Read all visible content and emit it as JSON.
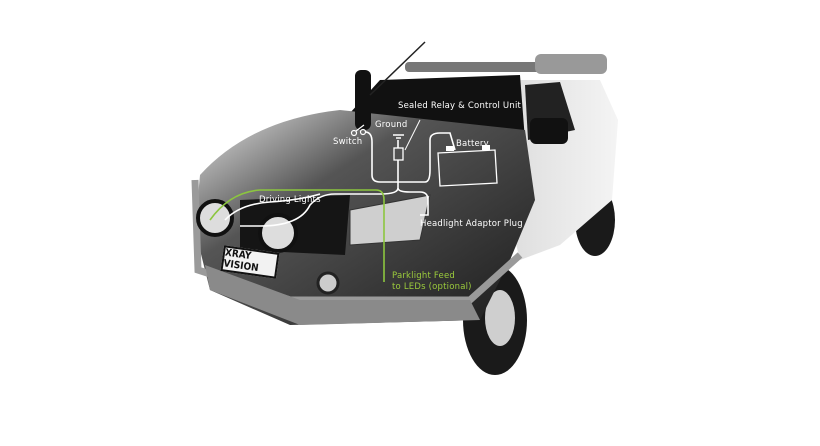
{
  "diagram": {
    "labels": {
      "sealed_relay": "Sealed Relay & Control Unit",
      "ground": "Ground",
      "switch": "Switch",
      "battery": "Battery",
      "driving_lights": "Driving Lights",
      "headlight_adaptor": "Headlight Adaptor Plug",
      "parklight_line1": "Parklight Feed",
      "parklight_line2": "to LEDs (optional)"
    },
    "license_plate": "XRAY VISION",
    "colors": {
      "wire_white": "#ffffff",
      "wire_green": "#8cc63f",
      "body": "#2a2a2a",
      "canopy": "#e8e8e8"
    }
  }
}
